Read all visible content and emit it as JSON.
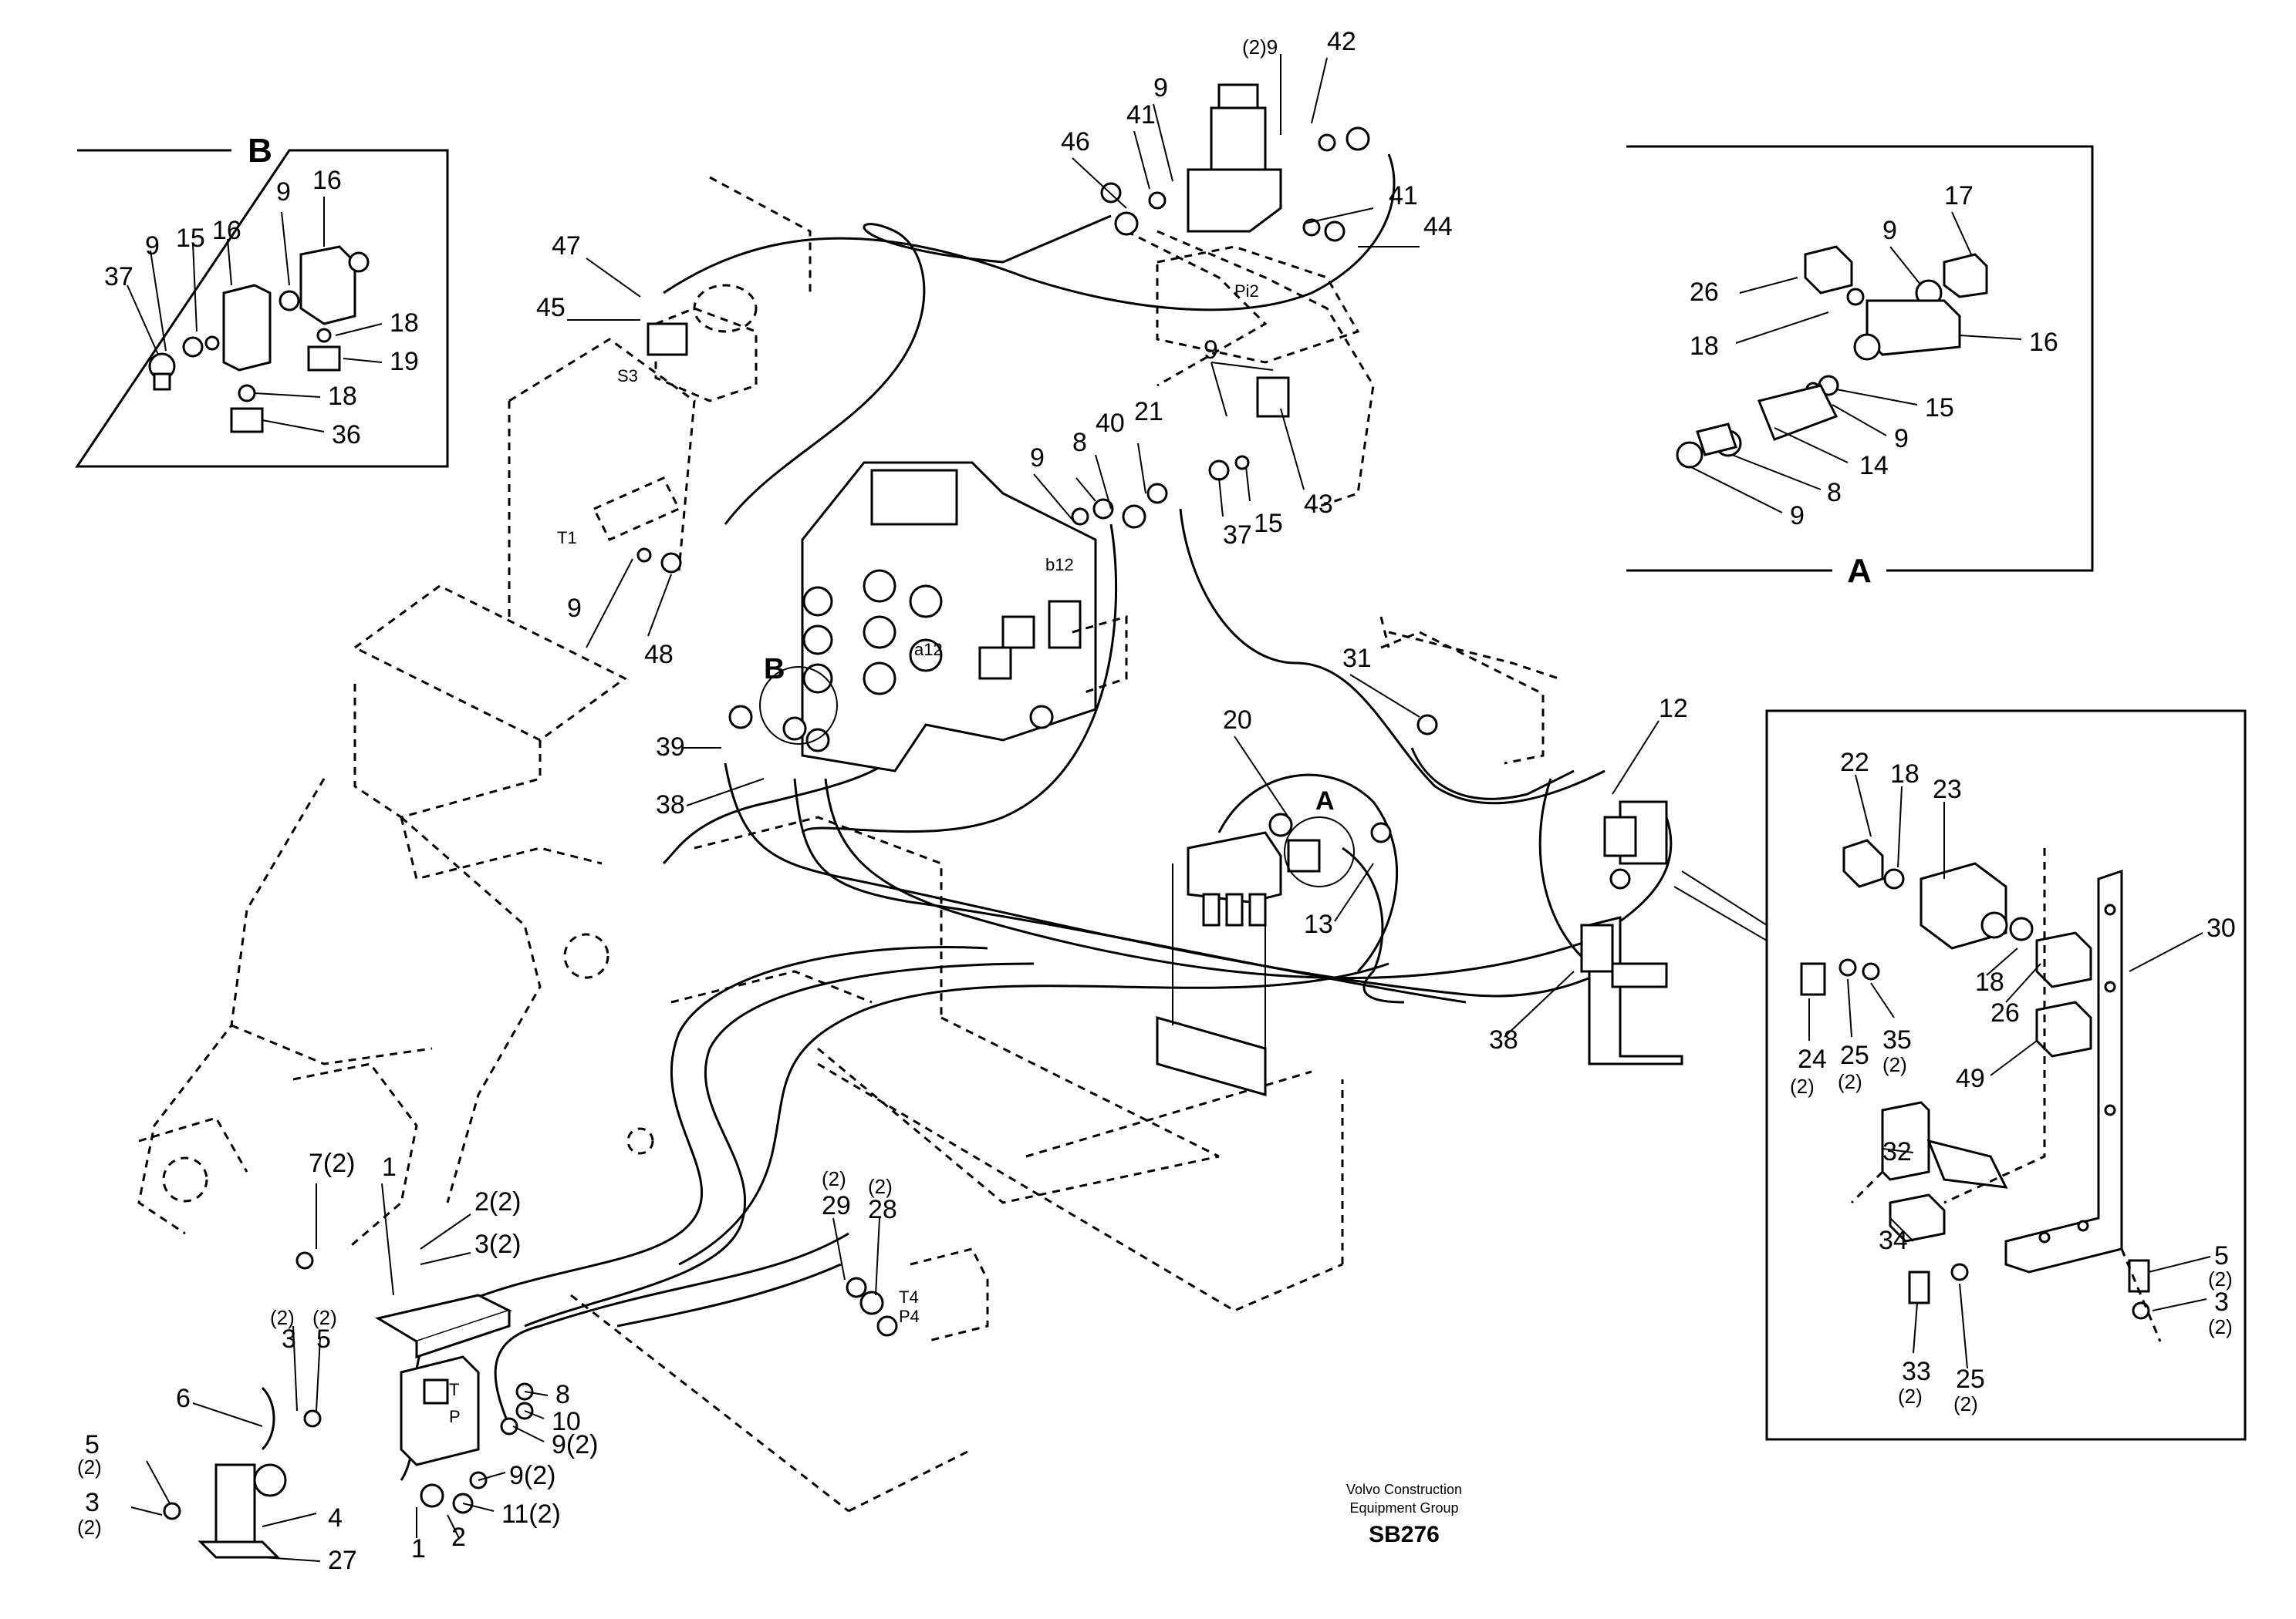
{
  "drawing": {
    "credit_line1": "Volvo Construction",
    "credit_line2": "Equipment Group",
    "code": "SB276"
  },
  "insets": {
    "A": "A",
    "B": "B",
    "B_main": "B",
    "A_main": "A"
  },
  "ports": {
    "pi2": "Pi2",
    "s3": "S3",
    "t1": "T1",
    "b12": "b12",
    "a12": "a12",
    "t": "T",
    "p": "P",
    "t4": "T4",
    "p4": "P4"
  },
  "labels": [
    {
      "id": "l1",
      "text": "(2)9"
    },
    {
      "id": "l2",
      "text": "42"
    },
    {
      "id": "l3",
      "text": "9"
    },
    {
      "id": "l4",
      "text": "41"
    },
    {
      "id": "l5",
      "text": "46"
    },
    {
      "id": "l6",
      "text": "41"
    },
    {
      "id": "l7",
      "text": "44"
    },
    {
      "id": "l8",
      "text": "47"
    },
    {
      "id": "l9",
      "text": "45"
    },
    {
      "id": "l10",
      "text": "9"
    },
    {
      "id": "l11",
      "text": "9"
    },
    {
      "id": "l12",
      "text": "8"
    },
    {
      "id": "l13",
      "text": "40"
    },
    {
      "id": "l14",
      "text": "21"
    },
    {
      "id": "l15",
      "text": "37"
    },
    {
      "id": "l16",
      "text": "15"
    },
    {
      "id": "l17",
      "text": "43"
    },
    {
      "id": "l18",
      "text": "9"
    },
    {
      "id": "l19",
      "text": "48"
    },
    {
      "id": "l20",
      "text": "31"
    },
    {
      "id": "l21",
      "text": "12"
    },
    {
      "id": "l22",
      "text": "20"
    },
    {
      "id": "l23",
      "text": "39"
    },
    {
      "id": "l24",
      "text": "38"
    },
    {
      "id": "l25",
      "text": "13"
    },
    {
      "id": "l26",
      "text": "38"
    },
    {
      "id": "l27",
      "text": "7(2)"
    },
    {
      "id": "l28",
      "text": "1"
    },
    {
      "id": "l29",
      "text": "2(2)"
    },
    {
      "id": "l30",
      "text": "3(2)"
    },
    {
      "id": "l31",
      "text": "(2)"
    },
    {
      "id": "l32",
      "text": "3"
    },
    {
      "id": "l33",
      "text": "(2)"
    },
    {
      "id": "l34",
      "text": "5"
    },
    {
      "id": "l35",
      "text": "6"
    },
    {
      "id": "l36",
      "text": "5"
    },
    {
      "id": "l37",
      "text": "(2)"
    },
    {
      "id": "l38",
      "text": "3"
    },
    {
      "id": "l39",
      "text": "(2)"
    },
    {
      "id": "l40",
      "text": "4"
    },
    {
      "id": "l41",
      "text": "27"
    },
    {
      "id": "l42",
      "text": "1"
    },
    {
      "id": "l43",
      "text": "2"
    },
    {
      "id": "l44",
      "text": "8"
    },
    {
      "id": "l45",
      "text": "10"
    },
    {
      "id": "l46",
      "text": "9(2)"
    },
    {
      "id": "l47",
      "text": "9(2)"
    },
    {
      "id": "l48",
      "text": "11(2)"
    },
    {
      "id": "l49",
      "text": "(2)"
    },
    {
      "id": "l50",
      "text": "29"
    },
    {
      "id": "l51",
      "text": "(2)"
    },
    {
      "id": "l52",
      "text": "28"
    },
    {
      "id": "b1",
      "text": "9"
    },
    {
      "id": "b2",
      "text": "15"
    },
    {
      "id": "b3",
      "text": "16"
    },
    {
      "id": "b4",
      "text": "9"
    },
    {
      "id": "b5",
      "text": "16"
    },
    {
      "id": "b6",
      "text": "37"
    },
    {
      "id": "b7",
      "text": "18"
    },
    {
      "id": "b8",
      "text": "19"
    },
    {
      "id": "b9",
      "text": "18"
    },
    {
      "id": "b10",
      "text": "36"
    },
    {
      "id": "a1",
      "text": "17"
    },
    {
      "id": "a2",
      "text": "26"
    },
    {
      "id": "a3",
      "text": "9"
    },
    {
      "id": "a4",
      "text": "18"
    },
    {
      "id": "a5",
      "text": "16"
    },
    {
      "id": "a6",
      "text": "15"
    },
    {
      "id": "a7",
      "text": "9"
    },
    {
      "id": "a8",
      "text": "14"
    },
    {
      "id": "a9",
      "text": "8"
    },
    {
      "id": "a10",
      "text": "9"
    },
    {
      "id": "c1",
      "text": "22"
    },
    {
      "id": "c2",
      "text": "18"
    },
    {
      "id": "c3",
      "text": "23"
    },
    {
      "id": "c4",
      "text": "30"
    },
    {
      "id": "c5",
      "text": "18"
    },
    {
      "id": "c6",
      "text": "26"
    },
    {
      "id": "c7",
      "text": "24"
    },
    {
      "id": "c8",
      "text": "(2)"
    },
    {
      "id": "c9",
      "text": "25"
    },
    {
      "id": "c10",
      "text": "(2)"
    },
    {
      "id": "c11",
      "text": "35"
    },
    {
      "id": "c12",
      "text": "(2)"
    },
    {
      "id": "c13",
      "text": "49"
    },
    {
      "id": "c14",
      "text": "32"
    },
    {
      "id": "c15",
      "text": "34"
    },
    {
      "id": "c16",
      "text": "33"
    },
    {
      "id": "c17",
      "text": "(2)"
    },
    {
      "id": "c18",
      "text": "25"
    },
    {
      "id": "c19",
      "text": "(2)"
    },
    {
      "id": "c20",
      "text": "5"
    },
    {
      "id": "c21",
      "text": "(2)"
    },
    {
      "id": "c22",
      "text": "3"
    },
    {
      "id": "c23",
      "text": "(2)"
    }
  ]
}
